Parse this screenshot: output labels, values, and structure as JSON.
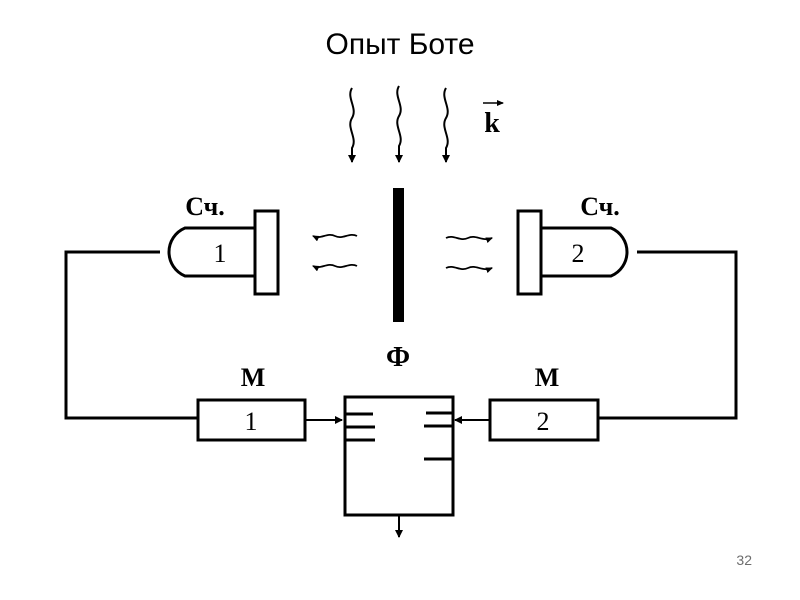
{
  "slide": {
    "title": "Опыт Боте",
    "page_number": "32"
  },
  "diagram": {
    "wave_vector_label": "k",
    "foil_label": "Ф",
    "counter_left": {
      "label": "Сч.",
      "number": "1"
    },
    "counter_right": {
      "label": "Сч.",
      "number": "2"
    },
    "mechanism_left": {
      "label": "М",
      "number": "1"
    },
    "mechanism_right": {
      "label": "М",
      "number": "2"
    }
  }
}
